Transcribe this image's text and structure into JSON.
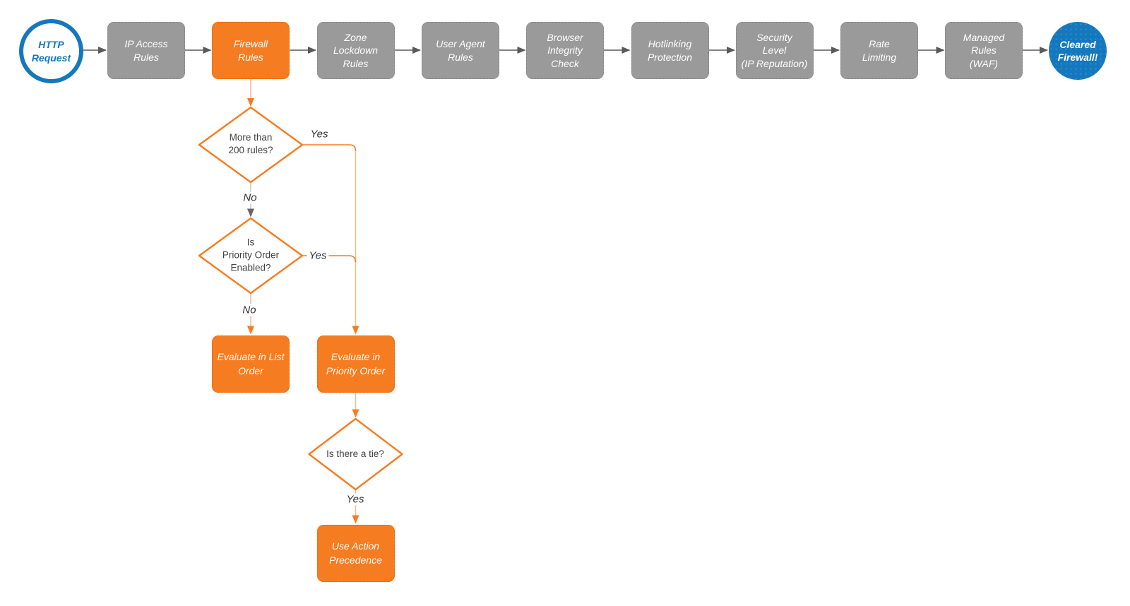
{
  "flow": {
    "start": {
      "label": "HTTP\nRequest"
    },
    "end": {
      "label": "Cleared\nFirewall!"
    },
    "stages": [
      {
        "id": "ip-access-rules",
        "label": "IP Access\nRules",
        "highlighted": false
      },
      {
        "id": "firewall-rules",
        "label": "Firewall\nRules",
        "highlighted": true
      },
      {
        "id": "zone-lockdown-rules",
        "label": "Zone\nLockdown\nRules",
        "highlighted": false
      },
      {
        "id": "user-agent-rules",
        "label": "User Agent\nRules",
        "highlighted": false
      },
      {
        "id": "browser-integrity-check",
        "label": "Browser\nIntegrity\nCheck",
        "highlighted": false
      },
      {
        "id": "hotlinking-protection",
        "label": "Hotlinking\nProtection",
        "highlighted": false
      },
      {
        "id": "security-level",
        "label": "Security\nLevel\n(IP Reputation)",
        "highlighted": false
      },
      {
        "id": "rate-limiting",
        "label": "Rate\nLimiting",
        "highlighted": false
      },
      {
        "id": "managed-rules-waf",
        "label": "Managed\nRules\n(WAF)",
        "highlighted": false
      }
    ],
    "decisions": [
      {
        "id": "more-than-200-rules",
        "label": "More than\n200 rules?"
      },
      {
        "id": "priority-order-enabled",
        "label": "Is\nPriority Order\nEnabled?"
      },
      {
        "id": "is-there-a-tie",
        "label": "Is there a tie?"
      }
    ],
    "results": [
      {
        "id": "evaluate-in-list-order",
        "label": "Evaluate\nin\nList Order"
      },
      {
        "id": "evaluate-in-priority-order",
        "label": "Evaluate\nin\nPriority Order"
      },
      {
        "id": "use-action-precedence",
        "label": "Use\nAction\nPrecedence"
      }
    ],
    "edge_labels": {
      "d1_yes": "Yes",
      "d1_no": "No",
      "d2_yes": "Yes",
      "d2_no": "No",
      "d3_yes": "Yes"
    },
    "colors": {
      "orange": "#f57c20",
      "orange_light": "#f6b98e",
      "gray_fill": "#9a9a9a",
      "blue": "#1478be",
      "connector_gray": "#5a5a5a"
    }
  }
}
